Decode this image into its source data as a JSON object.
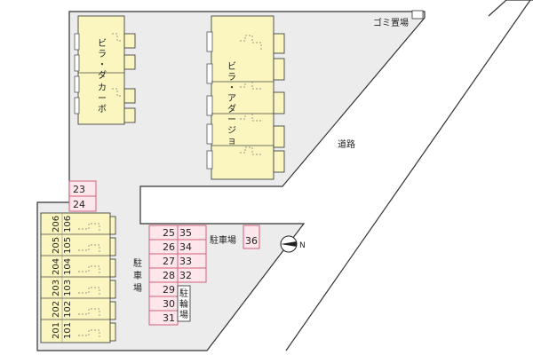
{
  "labels": {
    "villa_dacabo": [
      "ビ",
      "ラ",
      "・",
      "ダ",
      "カ",
      "ー",
      "ボ"
    ],
    "villa_adagio": [
      "ビ",
      "ラ",
      "・",
      "ア",
      "ダ",
      "ー",
      "ジ",
      "ョ"
    ],
    "road": "道路",
    "garbage": "ゴミ置場",
    "parking_right": "駐車場",
    "parking_left": [
      "駐",
      "車",
      "場"
    ],
    "bicycle": [
      "駐",
      "輪",
      "場"
    ]
  },
  "unit_numbers": {
    "left_col": [
      "206",
      "205",
      "204",
      "203",
      "202",
      "201"
    ],
    "right_col": [
      "106",
      "105",
      "104",
      "103",
      "102",
      "101"
    ]
  },
  "parking": {
    "top": [
      "23",
      "24"
    ],
    "col_a": [
      "25",
      "26",
      "27",
      "28",
      "29",
      "30",
      "31"
    ],
    "col_b": [
      "35",
      "34",
      "33",
      "32"
    ],
    "single": "36"
  },
  "compass": {
    "letter": "N"
  },
  "colors": {
    "building": "#fbf6bf",
    "parking": "#fde6ec",
    "lot": "#ececec"
  }
}
